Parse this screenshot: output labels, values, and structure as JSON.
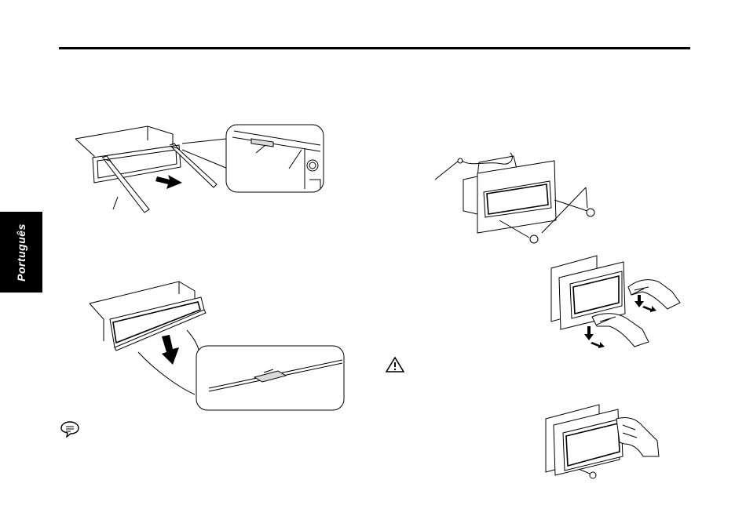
{
  "page": {
    "side_tab_label": "Português"
  },
  "icons": {
    "warning": "warning-triangle-icon",
    "note": "note-speech-bubble-icon"
  },
  "figures": [
    "remove-faceplate-levers",
    "release-faceplate",
    "install-unit-in-frame",
    "remove-unit-with-keys",
    "slide-unit-out"
  ]
}
